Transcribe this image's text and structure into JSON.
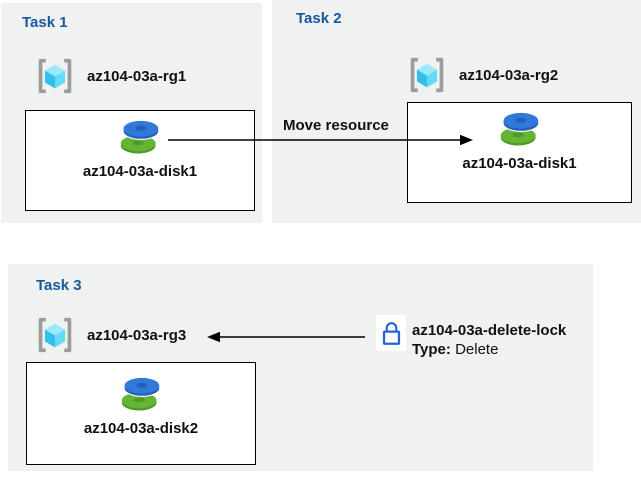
{
  "colors": {
    "panel_bg": "#F0F1F1",
    "title_blue": "#17599C",
    "label_text": "#111111",
    "box_border": "#000000",
    "arrow_black": "#000000",
    "lock_blue": "#2563D0",
    "disk_blue": "#3178D8",
    "disk_blue_dark": "#2360BE",
    "disk_green": "#65B436",
    "disk_green_dark": "#4F9A26",
    "rg_bracket_gray": "#9B9B9B",
    "rg_cube_top": "#9BEAF9",
    "rg_cube_left": "#33BFE9",
    "rg_cube_right": "#64DBF6"
  },
  "tasks": {
    "task1": {
      "title": "Task 1",
      "resource_group": "az104-03a-rg1",
      "disk": "az104-03a-disk1"
    },
    "task2": {
      "title": "Task 2",
      "resource_group": "az104-03a-rg2",
      "disk": "az104-03a-disk1"
    },
    "task3": {
      "title": "Task 3",
      "resource_group": "az104-03a-rg3",
      "disk": "az104-03a-disk2"
    }
  },
  "arrows": {
    "move_label": "Move resource"
  },
  "lock": {
    "name": "az104-03a-delete-lock",
    "type_label": "Type:",
    "type_value": "Delete"
  },
  "icons": {
    "resource_group": "resource-group-icon",
    "disk": "managed-disk-icon",
    "lock": "delete-lock-icon"
  }
}
